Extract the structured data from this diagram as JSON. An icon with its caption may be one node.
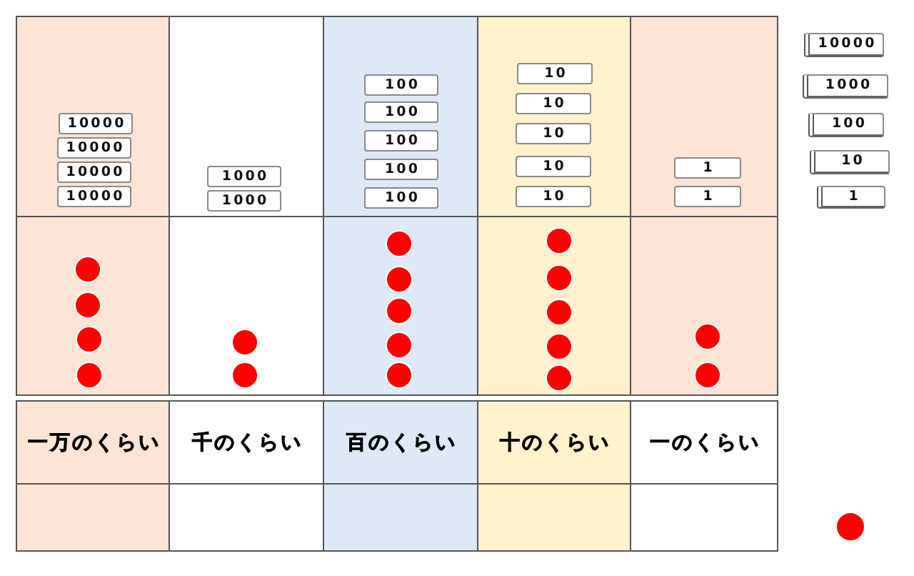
{
  "diagram": {
    "nodes": [
      {
        "text": [],
        "shape": "box"
      },
      {
        "text": [
          "10000"
        ],
        "in": 0
      },
      {
        "text": [
          "10000"
        ],
        "in": 0
      },
      {
        "text": [
          "10000"
        ],
        "in": 0
      },
      {
        "text": [
          "10000"
        ],
        "in": 0
      },
      {
        "text": [],
        "shape": "box"
      },
      {
        "text": [
          "1000"
        ],
        "in": 5
      },
      {
        "text": [
          "1000"
        ],
        "in": 5
      },
      {
        "text": [],
        "shape": "box"
      },
      {
        "text": [
          "100"
        ],
        "in": 8
      },
      {
        "text": [
          "100"
        ],
        "in": 8
      },
      {
        "text": [
          "100"
        ],
        "in": 8
      },
      {
        "text": [
          "100"
        ],
        "in": 8
      },
      {
        "text": [
          "100"
        ],
        "in": 8
      },
      {
        "text": [],
        "shape": "box"
      },
      {
        "text": [
          "10"
        ],
        "in": 14
      },
      {
        "text": [
          "10"
        ],
        "in": 14
      },
      {
        "text": [
          "10"
        ],
        "in": 14
      },
      {
        "text": [
          "10"
        ],
        "in": 14
      },
      {
        "text": [
          "10"
        ],
        "in": 14
      },
      {
        "text": [],
        "shape": "box"
      },
      {
        "text": [
          "1"
        ],
        "in": 20
      },
      {
        "text": [
          "1"
        ],
        "in": 20
      },
      {
        "text": [
          "10000"
        ]
      },
      {
        "text": [
          "1000"
        ]
      },
      {
        "text": [
          "100"
        ]
      },
      {
        "text": [
          "10"
        ]
      },
      {
        "text": [
          "1"
        ]
      },
      {
        "text": [],
        "shape": "box"
      },
      {
        "text": [],
        "shape": "circle",
        "in": 28
      },
      {
        "text": [],
        "shape": "circle",
        "in": 28
      },
      {
        "text": [],
        "shape": "circle",
        "in": 28
      },
      {
        "text": [],
        "shape": "circle",
        "in": 28
      },
      {
        "text": [],
        "shape": "box"
      },
      {
        "text": [],
        "shape": "circle",
        "in": 33
      },
      {
        "text": [],
        "shape": "circle",
        "in": 33
      },
      {
        "text": [],
        "shape": "box"
      },
      {
        "text": [],
        "shape": "circle",
        "in": 36
      },
      {
        "text": [],
        "shape": "circle",
        "in": 36
      },
      {
        "text": [],
        "shape": "circle",
        "in": 36
      },
      {
        "text": [],
        "shape": "circle",
        "in": 36
      },
      {
        "text": [],
        "shape": "circle",
        "in": 36
      },
      {
        "text": [],
        "shape": "box"
      },
      {
        "text": [],
        "shape": "circle",
        "in": 42
      },
      {
        "text": [],
        "shape": "circle",
        "in": 42
      },
      {
        "text": [],
        "shape": "circle",
        "in": 42
      },
      {
        "text": [],
        "shape": "circle",
        "in": 42
      },
      {
        "text": [],
        "shape": "circle",
        "in": 42
      },
      {
        "text": [],
        "shape": "box"
      },
      {
        "text": [],
        "shape": "circle",
        "in": 48
      },
      {
        "text": [],
        "shape": "circle",
        "in": 48
      },
      {
        "text": [
          "一万のくらい"
        ]
      },
      {
        "text": [
          "千のくらい"
        ]
      },
      {
        "text": [
          "百のくらい"
        ]
      },
      {
        "text": [
          "十のくらい"
        ]
      },
      {
        "text": [
          "一のくらい"
        ]
      },
      {
        "text": [],
        "shape": "box"
      },
      {
        "text": [],
        "shape": "box"
      },
      {
        "text": [],
        "shape": "box"
      },
      {
        "text": [],
        "shape": "box"
      },
      {
        "text": [],
        "shape": "box"
      },
      {
        "text": [],
        "shape": "circle"
      }
    ]
  }
}
